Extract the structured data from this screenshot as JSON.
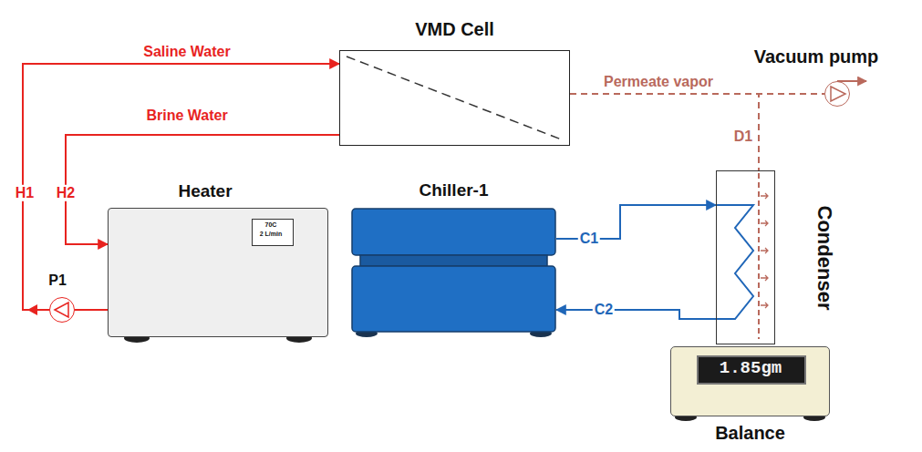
{
  "diagram": {
    "nodes": [
      {
        "text": [
          "VMD Cell"
        ]
      },
      {
        "text": [
          "Vacuum pump"
        ]
      },
      {
        "text": [
          "Heater"
        ]
      },
      {
        "text": [
          "Chiller-1"
        ]
      },
      {
        "text": [
          "Condenser"
        ]
      },
      {
        "text": [
          "P1"
        ]
      },
      {
        "text": [
          "Balance"
        ]
      }
    ],
    "edges": [
      {
        "from": 5,
        "to": 0,
        "arrow": "to",
        "label": "Saline Water"
      },
      {
        "from": 0,
        "to": 2,
        "arrow": "to",
        "label": "Brine Water"
      },
      {
        "from": 2,
        "to": 5,
        "arrow": "none"
      },
      {
        "from": 0,
        "to": 1,
        "arrow": "none",
        "label": "Permeate vapor"
      },
      {
        "from": 0,
        "to": 4,
        "arrow": "none"
      },
      {
        "from": 3,
        "to": 4,
        "arrow": "to"
      },
      {
        "from": 4,
        "to": 3,
        "arrow": "to"
      }
    ],
    "labels": [
      "H1",
      "H2",
      "70C",
      "2 L/min",
      "C1",
      "C2",
      "D1",
      "1.85gm"
    ]
  }
}
